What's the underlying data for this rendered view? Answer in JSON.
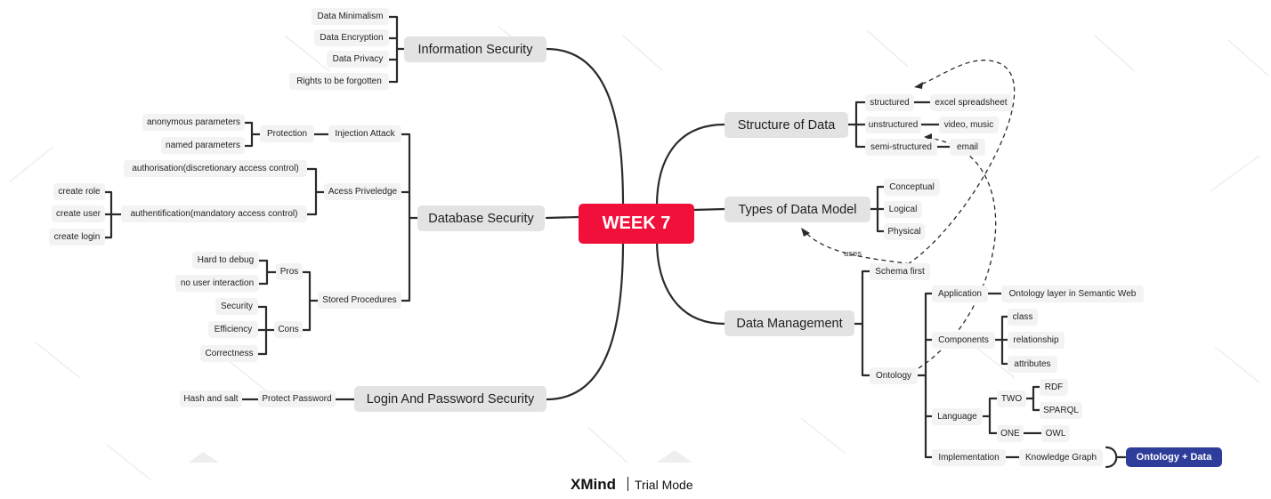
{
  "root": "WEEK 7",
  "branches": {
    "info_security": {
      "label": "Information Security",
      "items": [
        "Data Minimalism",
        "Data Encryption",
        "Data Privacy",
        "Rights to be forgotten"
      ]
    },
    "db_security": {
      "label": "Database Security",
      "injection": {
        "label": "Injection Attack",
        "protection": "Protection",
        "params": [
          "anonymous parameters",
          "named parameters"
        ]
      },
      "access": {
        "label": "Acess Priveledge",
        "discretionary": "authorisation(discretionary access control)",
        "mandatory": "authentification(mandatory access control)",
        "mandatory_items": [
          "create role",
          "create user",
          "create login"
        ]
      },
      "stored": {
        "label": "Stored Procedures",
        "pros": "Pros",
        "pros_items": [
          "Hard to debug",
          "no user interaction"
        ],
        "cons": "Cons",
        "cons_items": [
          "Security",
          "Efficiency",
          "Correctness"
        ]
      }
    },
    "login_security": {
      "label": "Login And Password Security",
      "protect": "Protect Password",
      "method": "Hash and salt"
    },
    "structure": {
      "label": "Structure of Data",
      "rows": [
        {
          "type": "structured",
          "example": "excel spreadsheet"
        },
        {
          "type": "unstructured",
          "example": "video, music"
        },
        {
          "type": "semi-structured",
          "example": "email"
        }
      ]
    },
    "models": {
      "label": "Types of Data Model",
      "items": [
        "Conceptual",
        "Logical",
        "Physical"
      ]
    },
    "management": {
      "label": "Data Management",
      "schema_first": "Schema first",
      "ontology": "Ontology",
      "application": "Application",
      "application_detail": "Ontology layer in Semantic Web",
      "components": "Components",
      "component_items": [
        "class",
        "relationship",
        "attributes"
      ],
      "language": "Language",
      "two": "TWO",
      "two_items": [
        "RDF",
        "SPARQL"
      ],
      "one": "ONE",
      "one_item": "OWL",
      "implementation": "Implementation",
      "knowledge_graph": "Knowledge Graph",
      "summary": "Ontology + Data"
    }
  },
  "relationships": {
    "uses": "uses"
  },
  "watermark": {
    "brand": "XMind",
    "mode": "Trial Mode"
  },
  "colors": {
    "root": "#f0103a",
    "summary_badge": "#2f3d9a",
    "main_topic": "#e3e3e3",
    "sub_topic": "#f3f3f3",
    "connector": "#2b2b2b"
  }
}
